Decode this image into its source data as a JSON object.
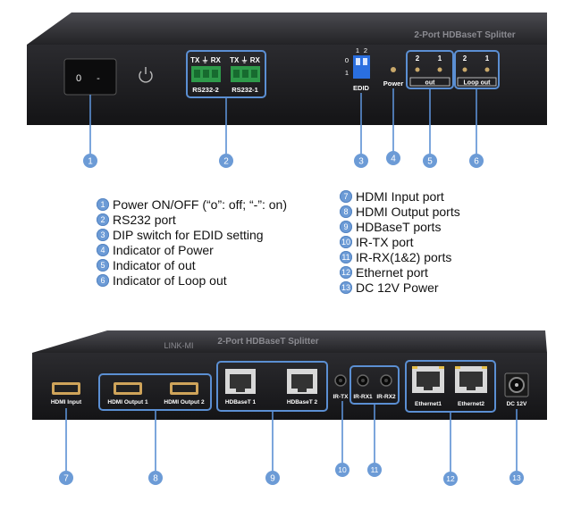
{
  "device": {
    "top_title": "2-Port HDBaseT Splitter",
    "bottom_title": "2-Port HDBaseT Splitter",
    "bottom_brand": "LINK-MI",
    "switch_marks": [
      "0",
      "-"
    ],
    "rs232_port_pins": "TX ⏚ RX",
    "rs232_ports": [
      "RS232-2",
      "RS232-1"
    ],
    "dip_numbers": [
      "1",
      "2"
    ],
    "dip_states": [
      "0",
      "1"
    ],
    "dip_label": "EDID",
    "power_label": "Power",
    "out_leds": [
      "2",
      "1"
    ],
    "out_label": "out",
    "loop_leds": [
      "2",
      "1"
    ],
    "loop_label": "Loop out",
    "hdmi_input_label": "HDMI Input",
    "hdmi_outputs": [
      "HDMI Output 1",
      "HDMI Output 2"
    ],
    "hdbaset_ports": [
      "HDBaseT 1",
      "HDBaseT 2"
    ],
    "ir_tx_label": "IR-TX",
    "ir_rx_labels": [
      "IR-RX1",
      "IR-RX2"
    ],
    "ethernet_ports": [
      "Ethernet1",
      "Ethernet2"
    ],
    "dc_label": "DC 12V"
  },
  "callouts_top": [
    "1",
    "2",
    "3",
    "4",
    "5",
    "6"
  ],
  "callouts_bottom": [
    "7",
    "8",
    "9",
    "10",
    "11",
    "12",
    "13"
  ],
  "legend_left": [
    {
      "num": "1",
      "text": "Power ON/OFF (“o”: off; “-”: on)"
    },
    {
      "num": "2",
      "text": "RS232 port"
    },
    {
      "num": "3",
      "text": "DIP switch for EDID setting"
    },
    {
      "num": "4",
      "text": "Indicator of Power"
    },
    {
      "num": "5",
      "text": "Indicator of out"
    },
    {
      "num": "6",
      "text": "Indicator of Loop out"
    }
  ],
  "legend_right": [
    {
      "num": "7",
      "text": "HDMI Input port"
    },
    {
      "num": "8",
      "text": "HDMI Output ports"
    },
    {
      "num": "9",
      "text": "HDBaseT ports"
    },
    {
      "num": "10",
      "text": "IR-TX port"
    },
    {
      "num": "11",
      "text": "IR-RX(1&2) ports"
    },
    {
      "num": "12",
      "text": "Ethernet port"
    },
    {
      "num": "13",
      "text": "DC 12V Power"
    }
  ],
  "colors": {
    "accent": "#5b8fd3",
    "callout": "#6c9bd6",
    "device": "#1f1f22",
    "terminal": "#2e9a4a",
    "dip": "#2a6fe0"
  }
}
